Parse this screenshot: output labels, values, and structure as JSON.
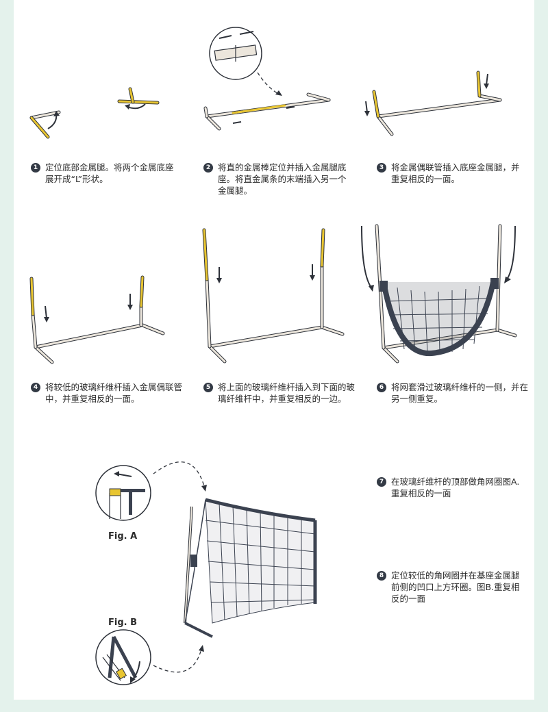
{
  "colors": {
    "page_bg": "#e4f2ec",
    "sheet_bg": "#ffffff",
    "pole_yellow": "#e8c531",
    "pole_gray": "#ece6dc",
    "outline": "#2e323a",
    "net": "#3b4250"
  },
  "steps": [
    {
      "num": "1",
      "text": "定位底部金属腿。将两个金属底座展开成“L”形状。"
    },
    {
      "num": "2",
      "text": "将直的金属棒定位并插入金属腿底座。将直金属条的末端插入另一个金属腿。"
    },
    {
      "num": "3",
      "text": "将金属偶联管插入底座金属腿，并重复相反的一面。"
    },
    {
      "num": "4",
      "text": "将较低的玻璃纤维杆插入金属偶联管中，并重复相反的一面。"
    },
    {
      "num": "5",
      "text": "将上面的玻璃纤维杆插入到下面的玻璃纤维杆中，并重复相反的一边。"
    },
    {
      "num": "6",
      "text": "将网套滑过玻璃纤维杆的一侧，并在另一侧重复。"
    },
    {
      "num": "7",
      "text": "在玻璃纤维杆的顶部做角网圈图A.重复相反的一面"
    },
    {
      "num": "8",
      "text": "定位较低的角网圈并在基座金属腿前侧的凹口上方环圈。图B.重复相反的一面"
    }
  ],
  "figures": {
    "a": "Fig. A",
    "b": "Fig. B"
  }
}
